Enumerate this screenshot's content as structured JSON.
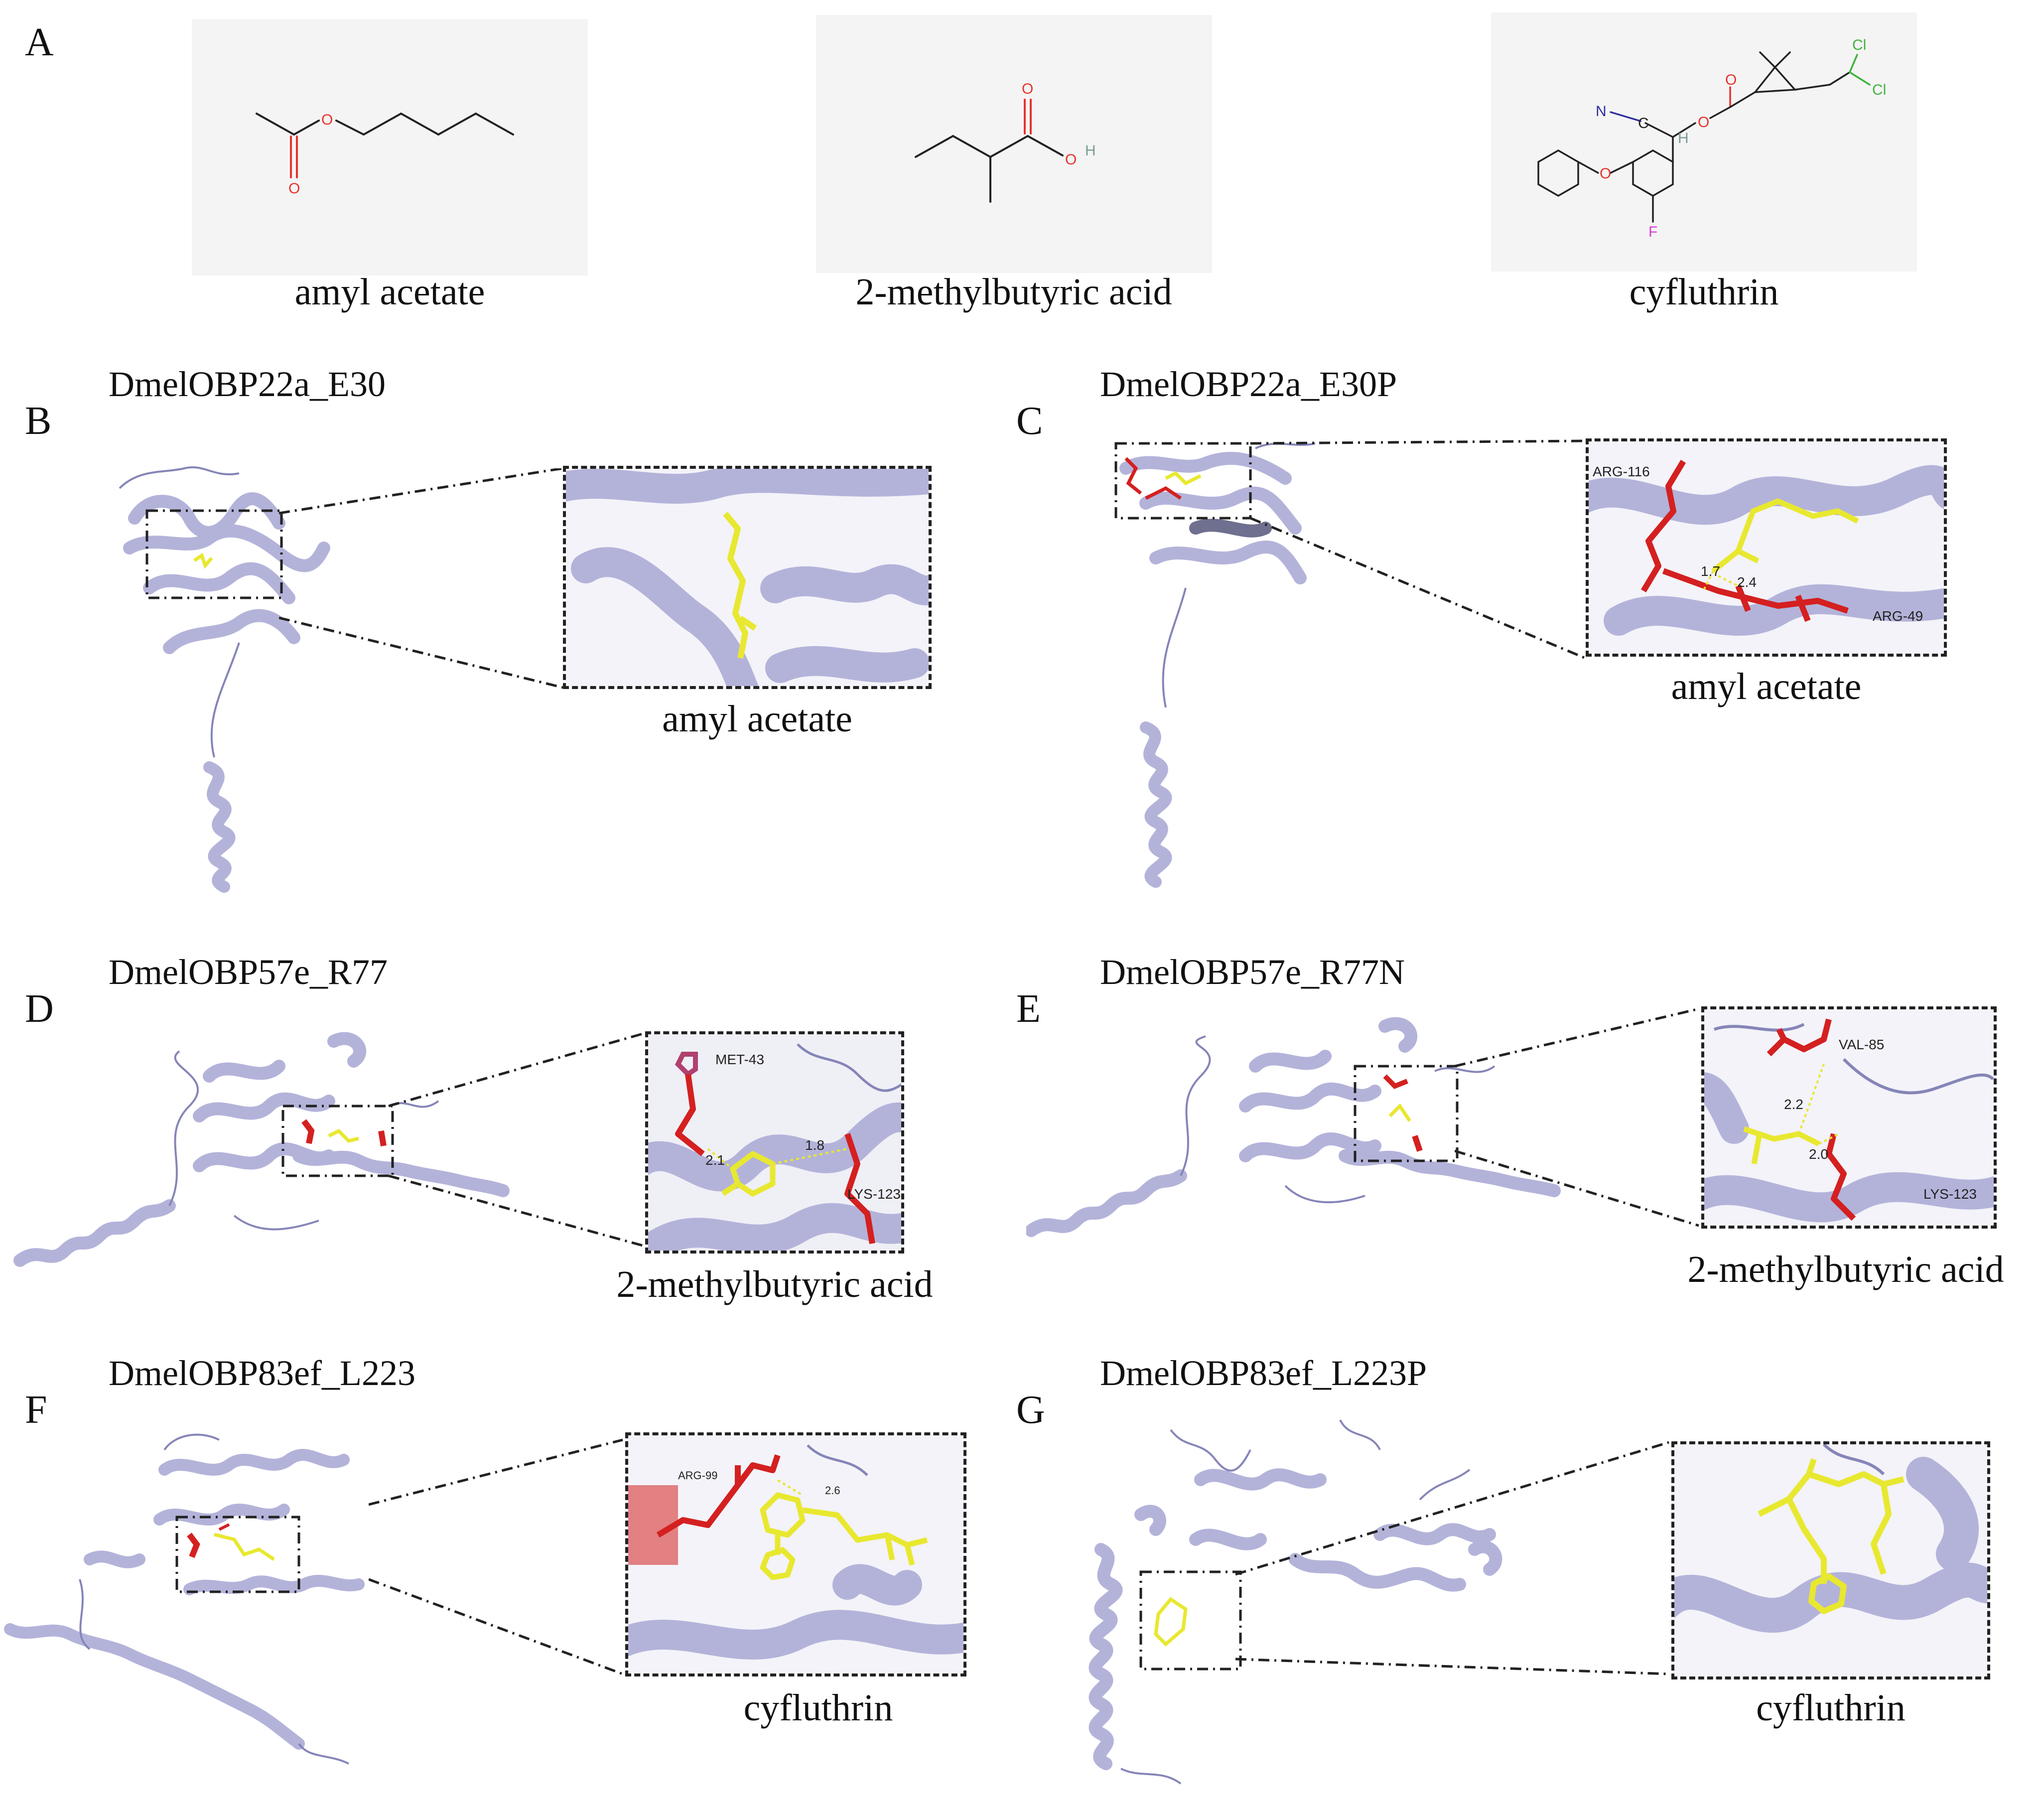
{
  "panel_letters": {
    "a": "A",
    "b": "B",
    "c": "C",
    "d": "D",
    "e": "E",
    "f": "F",
    "g": "G"
  },
  "molecules": [
    {
      "name": "amyl acetate",
      "atoms": {
        "o1": "O",
        "o2": "O"
      }
    },
    {
      "name": "2-methylbutyric acid",
      "atoms": {
        "o1": "O",
        "o2": "O",
        "h": "H"
      }
    },
    {
      "name": "cyfluthrin",
      "atoms": {
        "n": "N",
        "c": "C",
        "h": "H",
        "o1": "O",
        "o2": "O",
        "o3": "O",
        "f": "F",
        "cl1": "Cl",
        "cl2": "Cl"
      }
    }
  ],
  "panels": {
    "b": {
      "title": "DmelOBP22a_E30",
      "ligand": "amyl acetate",
      "residues": []
    },
    "c": {
      "title": "DmelOBP22a_E30P",
      "ligand": "amyl acetate",
      "residues": [
        "ARG-116",
        "ARG-49"
      ],
      "distances": [
        "1.7",
        "2.4"
      ]
    },
    "d": {
      "title": "DmelOBP57e_R77",
      "ligand": "2-methylbutyric acid",
      "residues": [
        "MET-43",
        "LYS-123"
      ],
      "distances": [
        "2.1",
        "1.8"
      ]
    },
    "e": {
      "title": "DmelOBP57e_R77N",
      "ligand": "2-methylbutyric acid",
      "residues": [
        "VAL-85",
        "LYS-123"
      ],
      "distances": [
        "2.2",
        "2.0"
      ]
    },
    "f": {
      "title": "DmelOBP83ef_L223",
      "ligand": "cyfluthrin",
      "residues": [
        "ARG-99"
      ],
      "distances": [
        "2.6"
      ]
    },
    "g": {
      "title": "DmelOBP83ef_L223P",
      "ligand": "cyfluthrin",
      "residues": []
    }
  },
  "colors": {
    "protein": "#b3b3da",
    "protein_dark": "#8585b8",
    "ligand": "#e8e830",
    "residue": "#d42020",
    "oxygen": "#e8312a",
    "nitrogen": "#2e2e9e",
    "fluorine": "#d63ad6",
    "chlorine": "#3cb43c",
    "hydrogen": "#7a9c98"
  }
}
